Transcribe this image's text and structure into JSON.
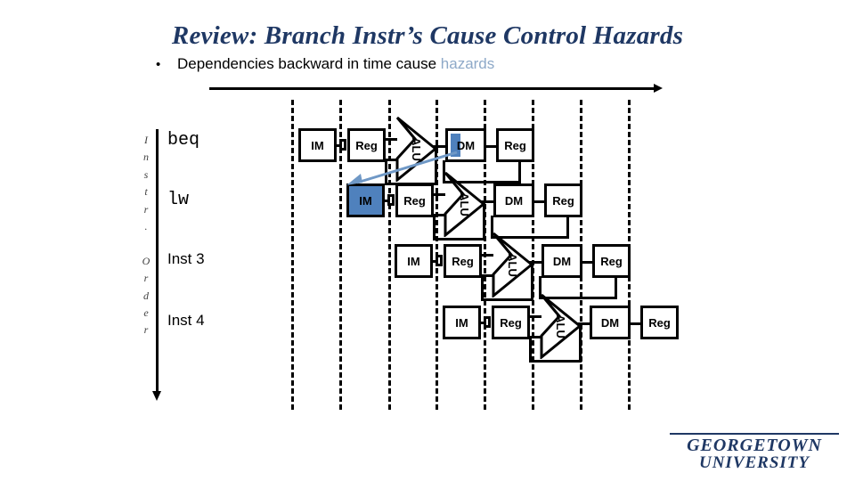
{
  "slide": {
    "title": "Review: Branch Instr’s Cause Control Hazards",
    "bullet": {
      "marker": "•",
      "text_plain": "Dependencies backward in time cause ",
      "text_highlight": "hazards",
      "highlight_color": "#8ea9c8"
    },
    "axes": {
      "time_arrow_label": "",
      "order_axis_letters": [
        "I",
        "n",
        "s",
        "t",
        "r",
        ".",
        "",
        "O",
        "r",
        "d",
        "e",
        "r"
      ]
    },
    "colors": {
      "title": "#1f3864",
      "accent_blue": "#4f81bd",
      "dependency_arrow": "#6f98c6",
      "logo": "#1f3864"
    },
    "instructions": [
      {
        "label": "beq",
        "style": "mono"
      },
      {
        "label": "lw",
        "style": "mono"
      },
      {
        "label": "Inst 3",
        "style": "sans"
      },
      {
        "label": "Inst 4",
        "style": "sans"
      }
    ],
    "pipeline": {
      "stage_names": [
        "IM",
        "Reg",
        "ALU",
        "DM",
        "Reg"
      ],
      "rows": [
        {
          "instruction": "beq",
          "stages": [
            "IM",
            "Reg",
            "ALU",
            "DM",
            "Reg"
          ],
          "highlighted": [
            "DM"
          ]
        },
        {
          "instruction": "lw",
          "stages": [
            "IM",
            "Reg",
            "ALU",
            "DM",
            "Reg"
          ],
          "highlighted": [
            "IM"
          ]
        },
        {
          "instruction": "Inst 3",
          "stages": [
            "IM",
            "Reg",
            "ALU",
            "DM",
            "Reg"
          ],
          "highlighted": []
        },
        {
          "instruction": "Inst 4",
          "stages": [
            "IM",
            "Reg",
            "ALU",
            "DM",
            "Reg"
          ],
          "highlighted": []
        }
      ],
      "dependency": {
        "from": "beq.DM",
        "to": "lw.IM",
        "direction": "backward-in-time"
      }
    },
    "logo": {
      "line1": "GEORGETOWN",
      "line2": "UNIVERSITY"
    }
  }
}
